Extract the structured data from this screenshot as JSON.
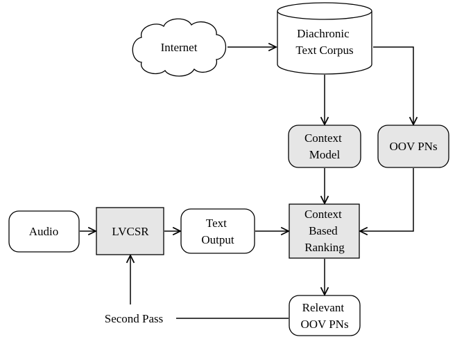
{
  "nodes": {
    "internet": {
      "lines": [
        "Internet"
      ]
    },
    "corpus": {
      "lines": [
        "Diachronic",
        "Text Corpus"
      ]
    },
    "context_model": {
      "lines": [
        "Context",
        "Model"
      ]
    },
    "oov_pns": {
      "lines": [
        "OOV PNs"
      ]
    },
    "audio": {
      "lines": [
        "Audio"
      ]
    },
    "lvcsr": {
      "lines": [
        "LVCSR"
      ]
    },
    "text_output": {
      "lines": [
        "Text",
        "Output"
      ]
    },
    "ranking": {
      "lines": [
        "Context",
        "Based",
        "Ranking"
      ]
    },
    "relevant": {
      "lines": [
        "Relevant",
        "OOV PNs"
      ]
    },
    "second_pass": {
      "lines": [
        "Second Pass"
      ]
    }
  },
  "colors": {
    "stroke": "#000000",
    "shaded_fill": "#e6e6e6",
    "plain_fill": "#ffffff"
  }
}
